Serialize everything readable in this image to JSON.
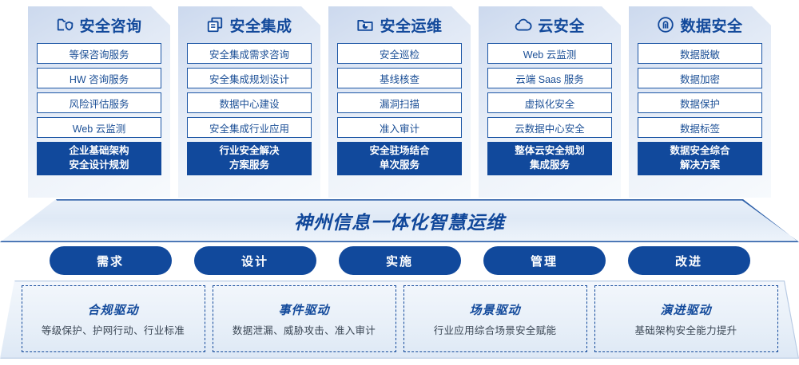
{
  "pillars": [
    {
      "icon": "folder-shield-icon",
      "title": "安全咨询",
      "items": [
        "等保咨询服务",
        "HW 咨询服务",
        "风险评估服务",
        "Web 云监测"
      ],
      "summary": [
        "企业基础架构",
        "安全设计规划"
      ]
    },
    {
      "icon": "stacked-documents-icon",
      "title": "安全集成",
      "items": [
        "安全集成需求咨询",
        "安全集成规划设计",
        "数据中心建设",
        "安全集成行业应用"
      ],
      "summary": [
        "行业安全解决",
        "方案服务"
      ]
    },
    {
      "icon": "folder-chart-icon",
      "title": "安全运维",
      "items": [
        "安全巡检",
        "基线核查",
        "漏洞扫描",
        "准入审计"
      ],
      "summary": [
        "安全驻场结合",
        "单次服务"
      ]
    },
    {
      "icon": "cloud-icon",
      "title": "云安全",
      "items": [
        "Web 云监测",
        "云端 Saas 服务",
        "虚拟化安全",
        "云数据中心安全"
      ],
      "summary": [
        "整体云安全规划",
        "集成服务"
      ]
    },
    {
      "icon": "fingerprint-icon",
      "title": "数据安全",
      "items": [
        "数据脱敏",
        "数据加密",
        "数据保护",
        "数据标签"
      ],
      "summary": [
        "数据安全综合",
        "解决方案"
      ]
    }
  ],
  "platform": {
    "title": "神州信息一体化智慧运维"
  },
  "phases": [
    {
      "label": "需求"
    },
    {
      "label": "设计"
    },
    {
      "label": "实施"
    },
    {
      "label": "管理"
    },
    {
      "label": "改进"
    }
  ],
  "drivers": [
    {
      "title": "合规驱动",
      "desc": "等级保护、护网行动、行业标准"
    },
    {
      "title": "事件驱动",
      "desc": "数据泄漏、威胁攻击、准入审计"
    },
    {
      "title": "场景驱动",
      "desc": "行业应用综合场景安全赋能"
    },
    {
      "title": "演进驱动",
      "desc": "基础架构安全能力提升"
    }
  ],
  "colors": {
    "brand_blue": "#11499c",
    "title_blue": "#12499b",
    "item_border": "#1c56a5",
    "item_text": "#1b4f96",
    "panel_light": "#eef3fa",
    "dashed_border": "#12499b"
  }
}
